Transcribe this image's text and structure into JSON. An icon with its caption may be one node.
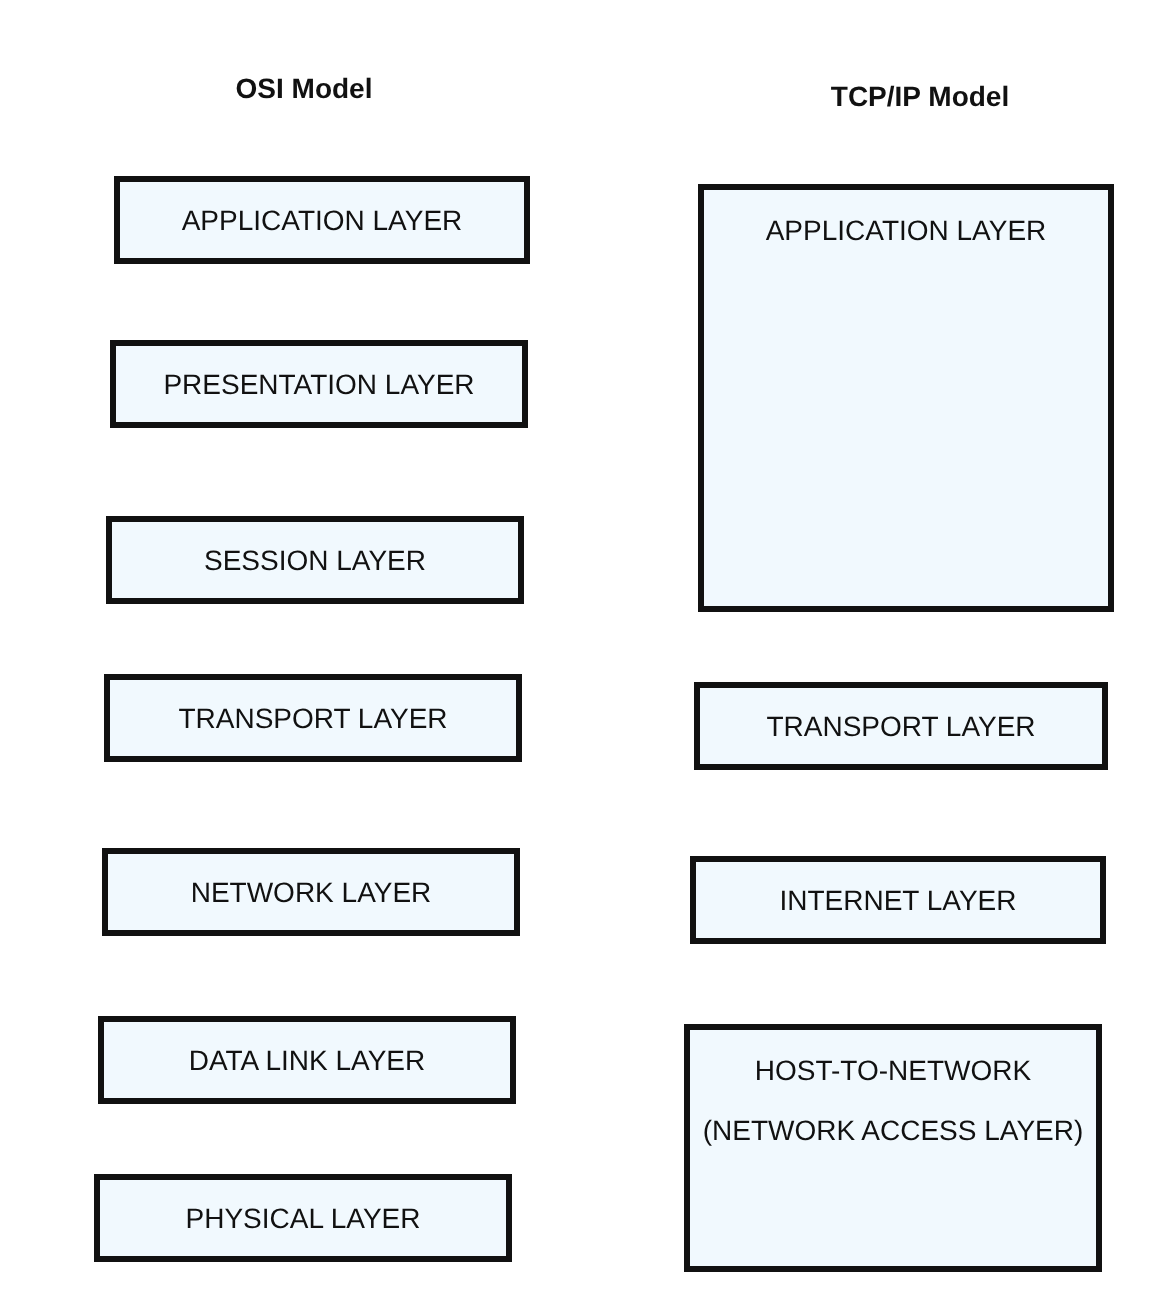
{
  "diagram": {
    "nodes": [
      {
        "text": [
          "APPLICATION LAYER"
        ]
      },
      {
        "text": [
          "PRESENTATION LAYER"
        ]
      },
      {
        "text": [
          "SESSION LAYER"
        ]
      },
      {
        "text": [
          "TRANSPORT LAYER"
        ]
      },
      {
        "text": [
          "NETWORK LAYER"
        ]
      },
      {
        "text": [
          "DATA LINK LAYER"
        ]
      },
      {
        "text": [
          "PHYSICAL LAYER"
        ]
      },
      {
        "text": [
          "APPLICATION LAYER"
        ]
      },
      {
        "text": [
          "TRANSPORT LAYER"
        ]
      },
      {
        "text": [
          "INTERNET LAYER"
        ]
      },
      {
        "text": [
          "HOST-TO-NETWORK",
          "(NETWORK ACCESS LAYER)"
        ]
      }
    ],
    "labels": [
      "OSI Model",
      "TCP/IP Model"
    ]
  }
}
